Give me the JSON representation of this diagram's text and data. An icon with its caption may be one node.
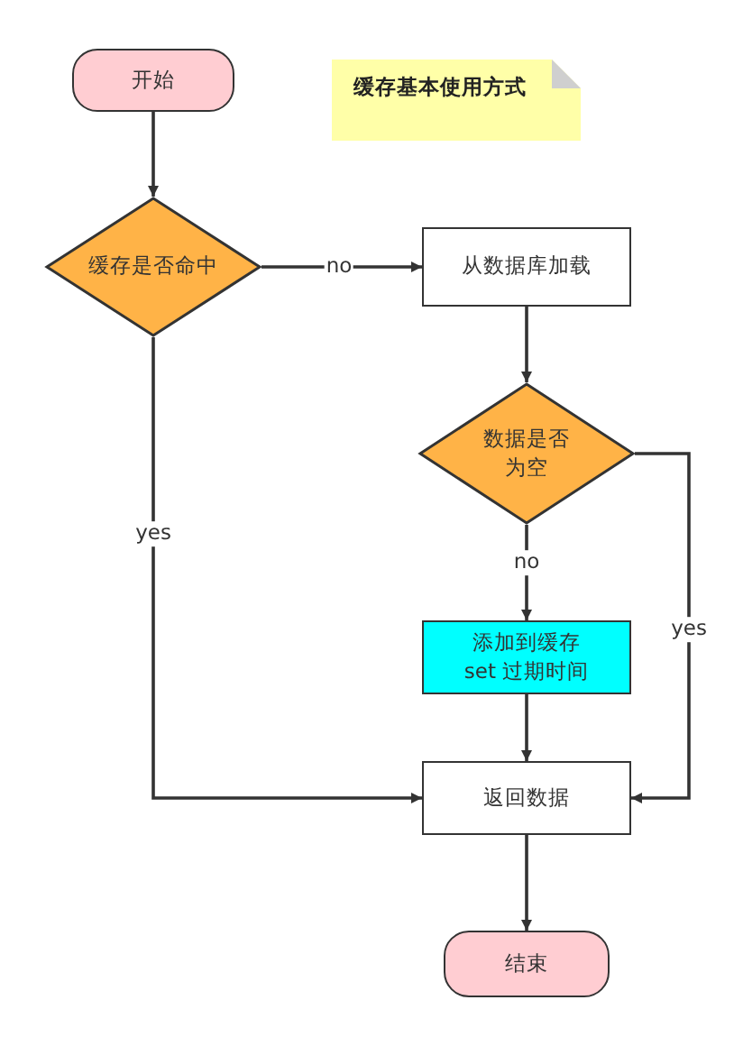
{
  "diagram": {
    "nodes": [
      {
        "text": [
          "开始"
        ]
      },
      {
        "text": [
          "缓存基本使用方式"
        ]
      },
      {
        "text": [
          "缓存是否命中"
        ]
      },
      {
        "text": [
          "从数据库加载"
        ]
      },
      {
        "text": [
          "数据是否为空"
        ]
      },
      {
        "text": [
          "添加到缓存 set 过期时间"
        ]
      },
      {
        "text": [
          "返回数据"
        ]
      },
      {
        "text": [
          "结束"
        ]
      }
    ],
    "edges": [
      {
        "from": 0,
        "to": 2,
        "arrow": "to"
      },
      {
        "from": 2,
        "to": 3,
        "arrow": "to",
        "label": "no"
      },
      {
        "from": 3,
        "to": 4,
        "arrow": "to"
      },
      {
        "from": 4,
        "to": 5,
        "arrow": "to",
        "label": "no"
      },
      {
        "from": 4,
        "to": 6,
        "arrow": "to",
        "label": "yes"
      },
      {
        "from": 5,
        "to": 6,
        "arrow": "to"
      },
      {
        "from": 2,
        "to": 6,
        "arrow": "to",
        "label": "yes"
      },
      {
        "from": 6,
        "to": 7,
        "arrow": "to"
      }
    ]
  }
}
